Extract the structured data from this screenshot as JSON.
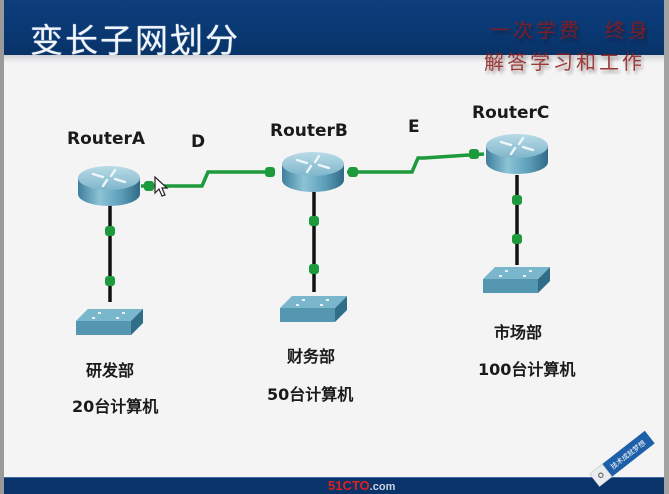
{
  "slide": {
    "title": "变长子网划分",
    "watermark_line1": "一次学费　终身",
    "watermark_line2": "解答学习和工作",
    "footer_brand_red": "51CTO",
    "footer_brand_suffix": ".com",
    "tag_text": "技术成就梦想"
  },
  "colors": {
    "header_blue": "#0a3a76",
    "link_green": "#1c9a3c",
    "wire_black": "#111111",
    "router_blue": "#5fa3bf",
    "switch_blue": "#5b9fba",
    "watermark_red": "#8e1a1a"
  },
  "topology": {
    "routers": [
      {
        "id": "A",
        "label": "RouterA"
      },
      {
        "id": "B",
        "label": "RouterB"
      },
      {
        "id": "C",
        "label": "RouterC"
      }
    ],
    "links": [
      {
        "from": "RouterA",
        "to": "RouterB",
        "label": "D",
        "type": "serial"
      },
      {
        "from": "RouterB",
        "to": "RouterC",
        "label": "E",
        "type": "serial"
      }
    ],
    "departments": [
      {
        "router": "RouterA",
        "name": "研发部",
        "hosts": "20台计算机"
      },
      {
        "router": "RouterB",
        "name": "财务部",
        "hosts": "50台计算机"
      },
      {
        "router": "RouterC",
        "name": "市场部",
        "hosts": "100台计算机"
      }
    ]
  }
}
